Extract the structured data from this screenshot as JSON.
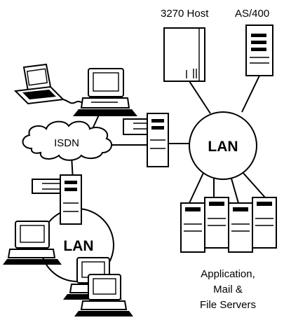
{
  "diagram": {
    "hosts": {
      "host_3270": "3270 Host",
      "as400": "AS/400"
    },
    "networks": {
      "lan_main": "LAN",
      "lan_branch": "LAN",
      "isdn": "ISDN"
    },
    "servers": {
      "line1": "Application,",
      "line2": "Mail &",
      "line3": "File Servers"
    }
  }
}
